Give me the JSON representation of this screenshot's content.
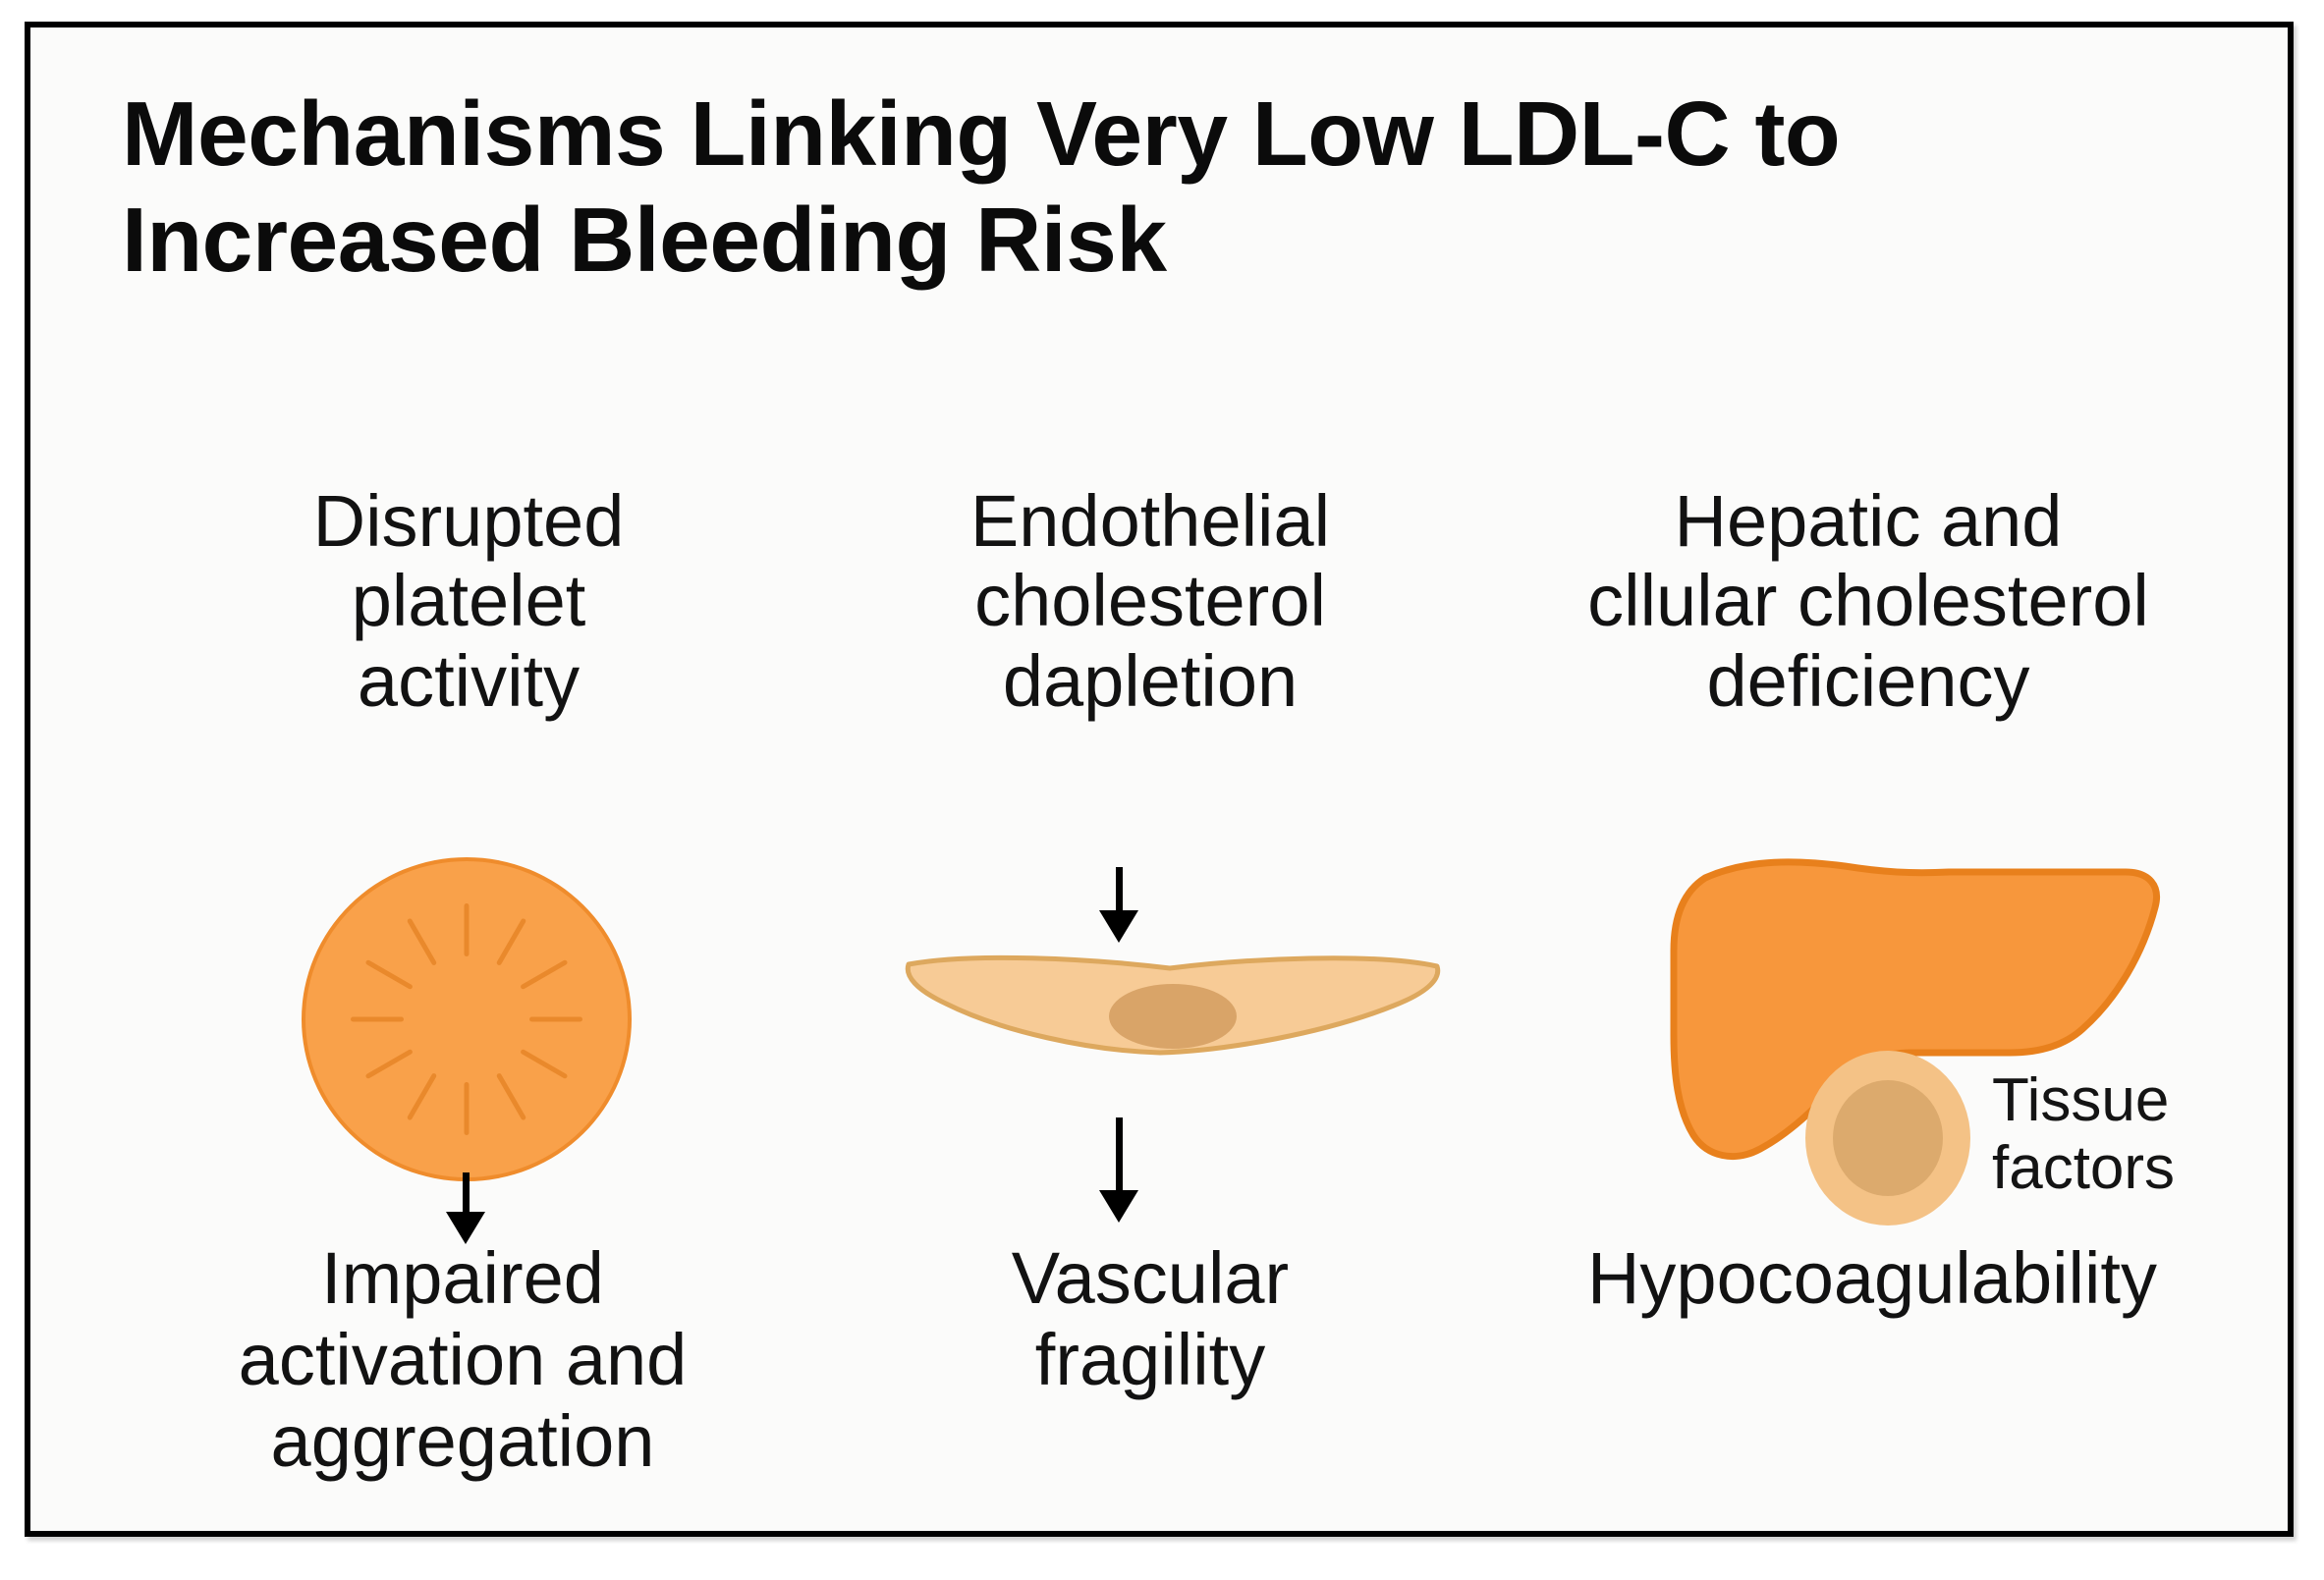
{
  "figure": {
    "title": "Mechanisms Linking Very Low LDL-C to\nIncreased Bleeding Risk",
    "border_color": "#000000",
    "background_color": "#fbfbfa"
  },
  "colors": {
    "platelet_fill": "#f9a14a",
    "platelet_stroke": "#ef8c2c",
    "platelet_spike": "#e9892c",
    "endothelial_fill": "#f7cb96",
    "endothelial_stroke": "#dda85e",
    "endothelial_nucleus": "#d9a468",
    "liver_fill": "#f7973c",
    "liver_stroke": "#e8801c",
    "tissue_cell_fill": "#f4c286",
    "tissue_cell_nucleus": "#dcaa6d",
    "text": "#121212"
  },
  "columns": [
    {
      "id": "platelet",
      "heading": "Disrupted\nplatelet\nactivity",
      "icon": "platelet-icon",
      "arrow": "down-arrow",
      "outcome": "Impaired\nactivation and\naggregation"
    },
    {
      "id": "endothelial",
      "heading": "Endothelial\ncholesterol\ndapletion",
      "icon": "endothelial-cell-icon",
      "arrow": "down-arrow",
      "outcome": "Vascular\nfragility"
    },
    {
      "id": "hepatic",
      "heading": "Hepatic and\ncllular cholesterol\ndeficiency",
      "icon": "liver-icon",
      "secondary_icon": "tissue-factor-cell-icon",
      "secondary_label": "Tissue\nfactors",
      "outcome": "Hypocoagulability"
    }
  ],
  "chart_data": {
    "type": "diagram",
    "title": "Mechanisms Linking Very Low LDL-C to Increased Bleeding Risk",
    "layout": "three parallel vertical flows, left to right",
    "flows": [
      {
        "cause": "Disrupted platelet activity",
        "illustration": "platelet (orange disc with radial spikes)",
        "relation": "leads to",
        "effect": "Impaired activation and aggregation"
      },
      {
        "cause": "Endothelial cholesterol dapletion",
        "illustration": "endothelial cell (flat elongated cell with nucleus)",
        "relation": "leads to",
        "effect": "Vascular fragility"
      },
      {
        "cause": "Hepatic and cllular cholesterol deficiency",
        "illustration": "liver (orange organ silhouette) plus a tissue-factor cell",
        "annotation": "Tissue factors",
        "relation": "leads to",
        "effect": "Hypocoagulability"
      }
    ]
  }
}
